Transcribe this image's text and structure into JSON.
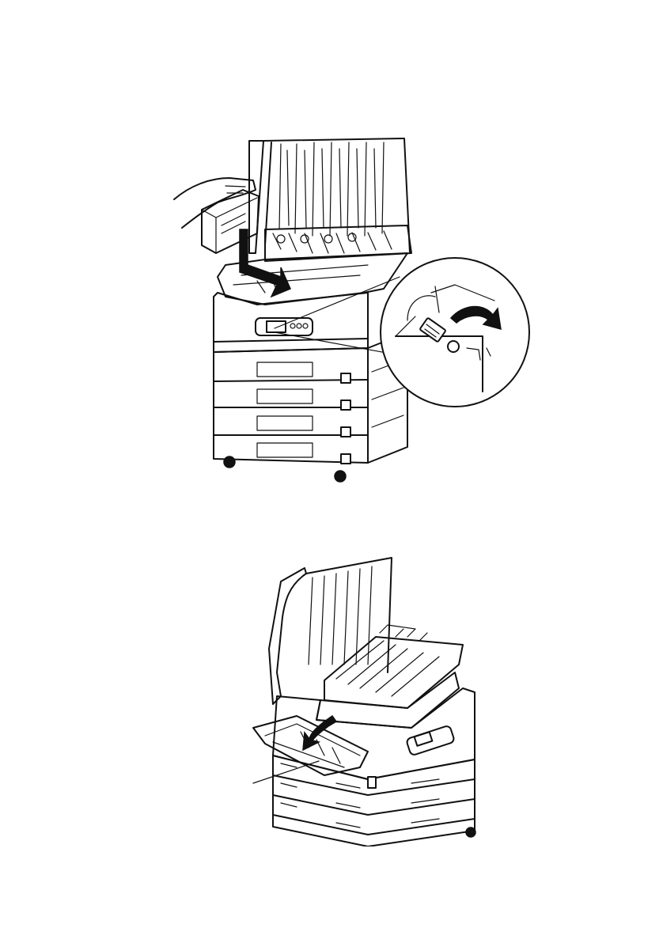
{
  "figures": [
    {
      "id": "step-1",
      "subject": "printer-with-waste-toner-box-insertion",
      "has_magnified_inset": true,
      "arrow_direction": "down"
    },
    {
      "id": "step-2",
      "subject": "printer-side-door-closing",
      "arrow_direction": "down-left"
    }
  ],
  "colors": {
    "line": "#111111",
    "paper": "#ffffff"
  }
}
